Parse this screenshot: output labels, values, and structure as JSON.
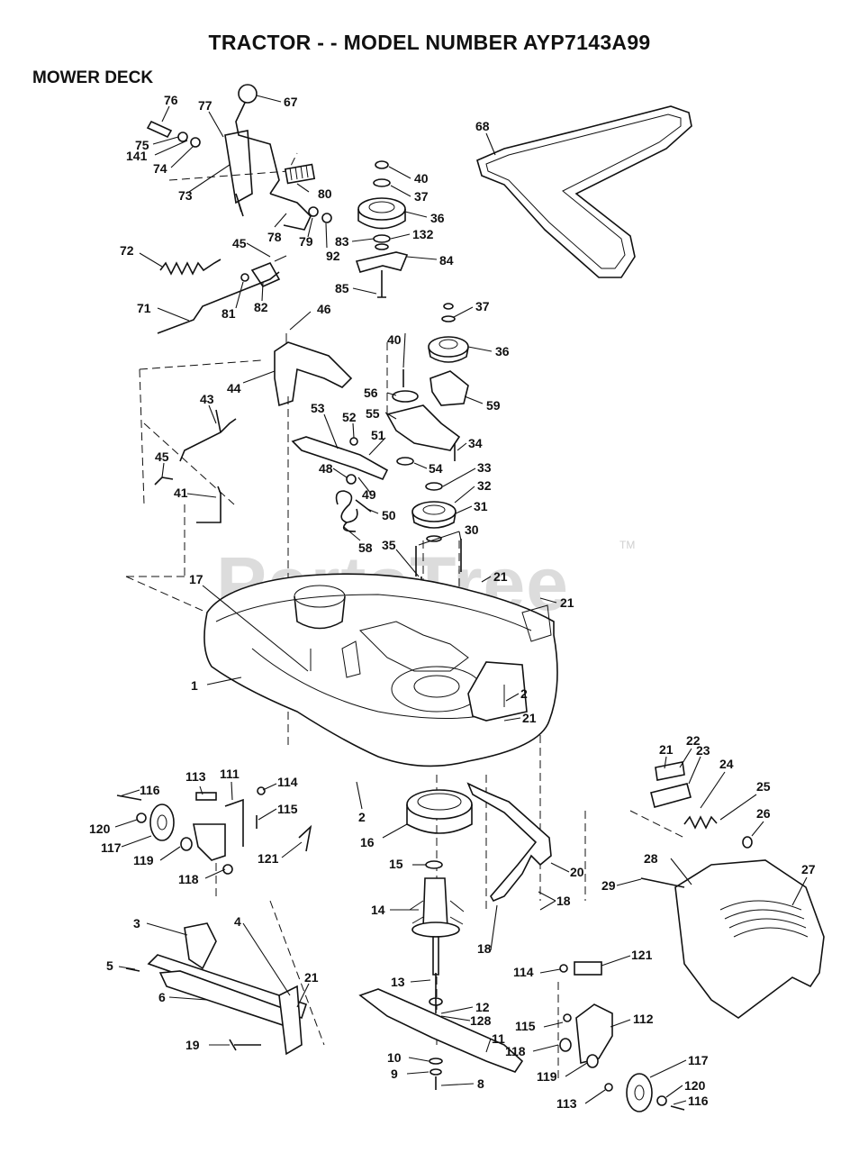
{
  "header": {
    "title": "TRACTOR - - MODEL NUMBER AYP7143A99",
    "section": "MOWER DECK"
  },
  "watermark": {
    "text": "PartsTree",
    "trademark": "TM"
  },
  "callouts": {
    "c76": "76",
    "c77": "77",
    "c67": "67",
    "c75": "75",
    "c141": "141",
    "c74": "74",
    "c73": "73",
    "c80": "80",
    "c78": "78",
    "c79": "79",
    "c83": "83",
    "c92": "92",
    "c72": "72",
    "c45a": "45",
    "c81": "81",
    "c82": "82",
    "c71": "71",
    "c46": "46",
    "c44": "44",
    "c68": "68",
    "c40a": "40",
    "c37a": "37",
    "c36a": "36",
    "c132": "132",
    "c84": "84",
    "c85": "85",
    "c37b": "37",
    "c40b": "40",
    "c36b": "36",
    "c56": "56",
    "c59": "59",
    "c55": "55",
    "c53": "53",
    "c52": "52",
    "c51": "51",
    "c34": "34",
    "c48": "48",
    "c54": "54",
    "c33": "33",
    "c49": "49",
    "c32": "32",
    "c50": "50",
    "c31": "31",
    "c58": "58",
    "c30": "30",
    "c35": "35",
    "c43": "43",
    "c45b": "45",
    "c41": "41",
    "c17": "17",
    "c21a": "21",
    "c21b": "21",
    "c1": "1",
    "c2a": "2",
    "c21c": "21",
    "c21d": "21",
    "c22": "22",
    "c23": "23",
    "c24": "24",
    "c25": "25",
    "c26": "26",
    "c27": "27",
    "c113a": "113",
    "c111": "111",
    "c114a": "114",
    "c116a": "116",
    "c115a": "115",
    "c120a": "120",
    "c2b": "2",
    "c16": "16",
    "c117a": "117",
    "c119a": "119",
    "c121a": "121",
    "c118a": "118",
    "c15": "15",
    "c20": "20",
    "c28": "28",
    "c29": "29",
    "c14": "14",
    "c18a": "18",
    "c18b": "18",
    "c3": "3",
    "c4": "4",
    "c5": "5",
    "c6": "6",
    "c21e": "21",
    "c13": "13",
    "c114b": "114",
    "c121b": "121",
    "c12": "12",
    "c128": "128",
    "c115b": "115",
    "c112": "112",
    "c19": "19",
    "c11": "11",
    "c10": "10",
    "c118b": "118",
    "c9": "9",
    "c117b": "117",
    "c119b": "119",
    "c8": "8",
    "c120b": "120",
    "c113b": "113",
    "c116b": "116"
  }
}
